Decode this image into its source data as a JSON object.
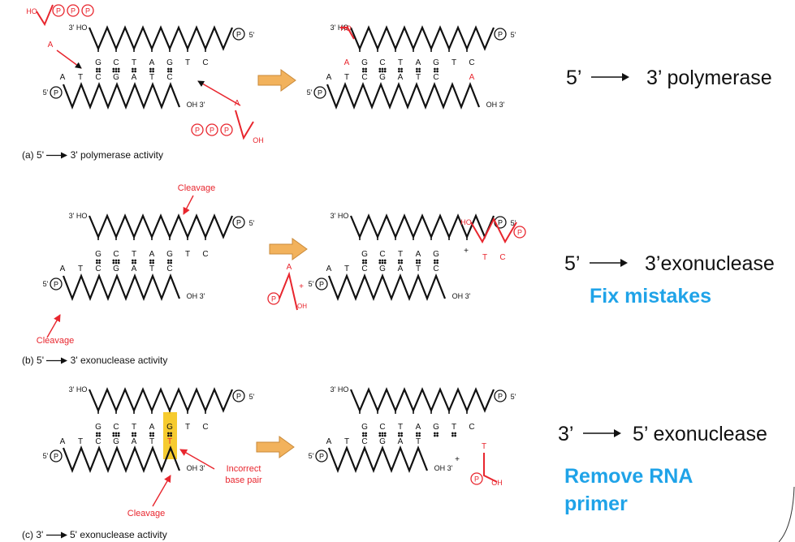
{
  "colors": {
    "dna": "#111111",
    "red": "#e8262e",
    "orange_arrow": "#f2b25c",
    "highlight": "#f5c518",
    "blue_text": "#1fa3e8"
  },
  "labels": {
    "three_prime": "3'",
    "five_prime": "5'",
    "oh": "OH",
    "ho": "HO",
    "p": "P",
    "plus": "+",
    "a": "A",
    "t": "T",
    "cleavage": "Cleavage",
    "incorrect_1": "Incorrect",
    "incorrect_2": "base pair"
  },
  "panels": [
    {
      "caption": {
        "letter": "(a)",
        "left": "5'",
        "right": "3'",
        "text": "polymerase activity"
      },
      "function": {
        "left": "5’",
        "right": "3’ polymerase"
      }
    },
    {
      "caption": {
        "letter": "(b)",
        "left": "5'",
        "right": "3'",
        "text": "exonuclease activity"
      },
      "function": {
        "left": "5’",
        "right": "3’exonuclease"
      },
      "note": "Fix mistakes"
    },
    {
      "caption": {
        "letter": "(c)",
        "left": "3'",
        "right": "5'",
        "text": "exonuclease activity"
      },
      "function": {
        "left": "3’",
        "right": "5’ exonuclease"
      },
      "note_1": "Remove RNA",
      "note_2": "primer"
    }
  ],
  "strand": {
    "top_letters": [
      "G",
      "C",
      "T",
      "A",
      "G",
      "T",
      "C"
    ],
    "bottom_letters": [
      "A",
      "T",
      "C",
      "G",
      "A",
      "T",
      "C"
    ],
    "bonds": [
      2,
      3,
      2,
      2,
      2
    ],
    "left_top_letters": [
      "A",
      "G",
      "C",
      "T",
      "A",
      "G",
      "T",
      "C"
    ],
    "left_bottom_letters": [
      "A",
      "T",
      "C",
      "G",
      "A",
      "T",
      "C",
      "A"
    ],
    "c_bottom_letters": [
      "A",
      "T",
      "C",
      "G",
      "A",
      "T"
    ]
  }
}
